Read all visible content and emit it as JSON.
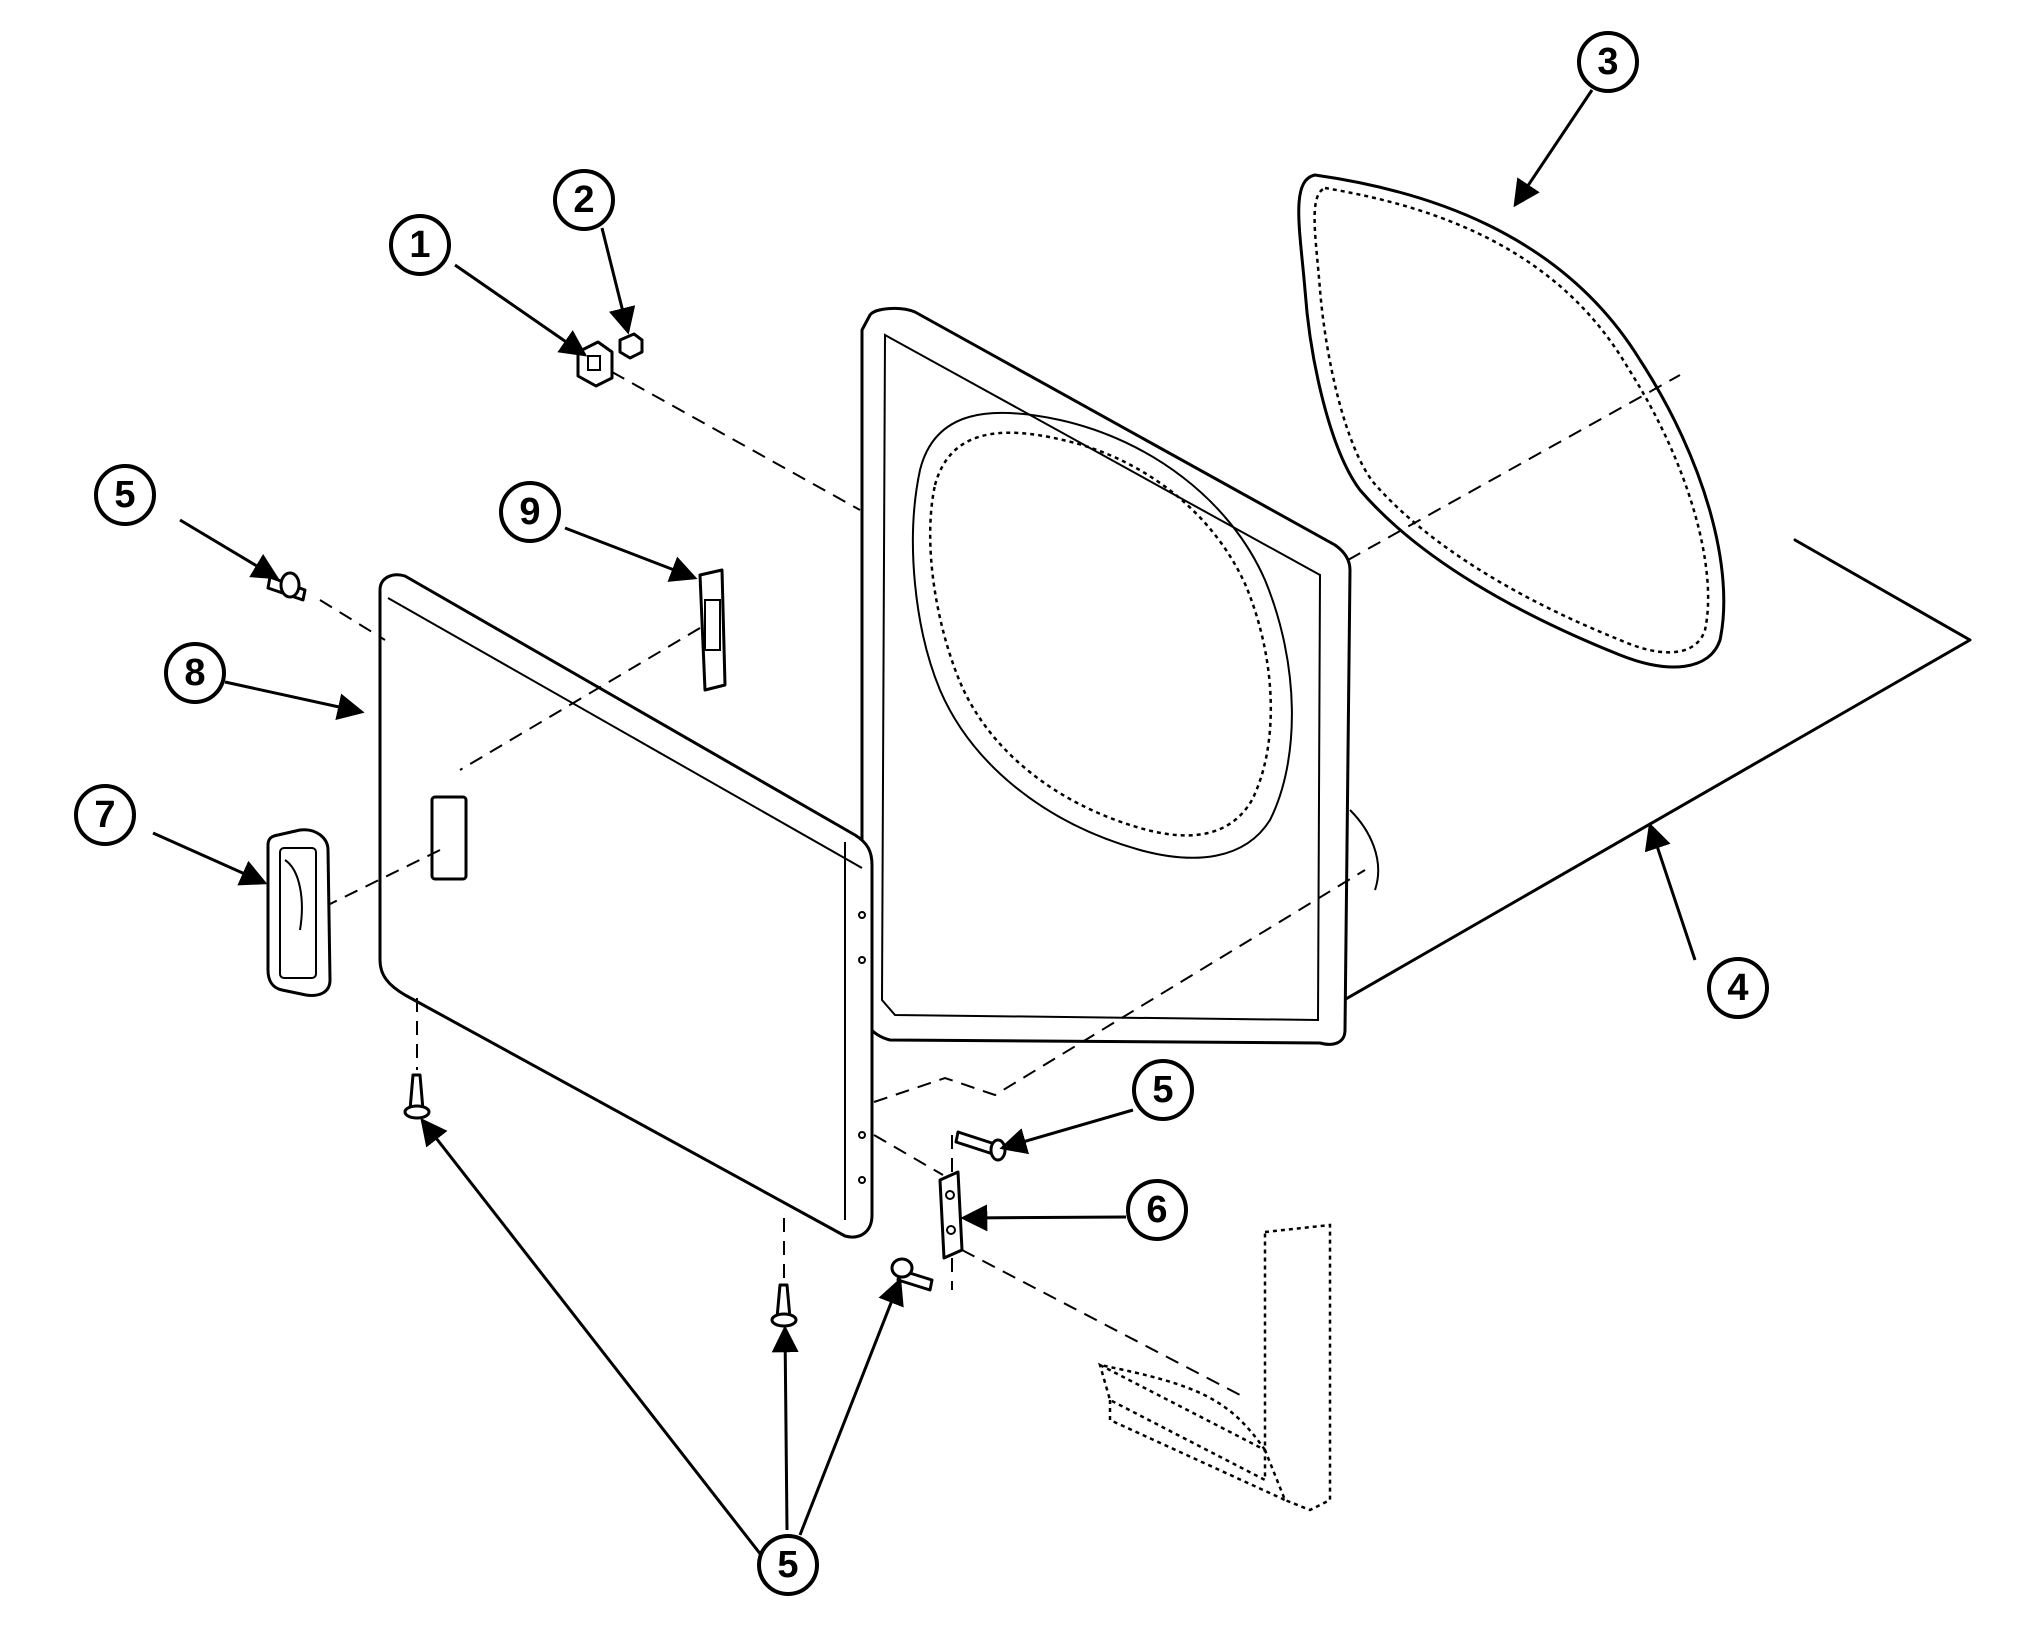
{
  "callouts": [
    {
      "id": "c1",
      "label": "1"
    },
    {
      "id": "c2",
      "label": "2"
    },
    {
      "id": "c3",
      "label": "3"
    },
    {
      "id": "c4",
      "label": "4"
    },
    {
      "id": "c5a",
      "label": "5"
    },
    {
      "id": "c9",
      "label": "9"
    },
    {
      "id": "c8",
      "label": "8"
    },
    {
      "id": "c7",
      "label": "7"
    },
    {
      "id": "c5b",
      "label": "5"
    },
    {
      "id": "c6",
      "label": "6"
    },
    {
      "id": "c5c",
      "label": "5"
    }
  ]
}
